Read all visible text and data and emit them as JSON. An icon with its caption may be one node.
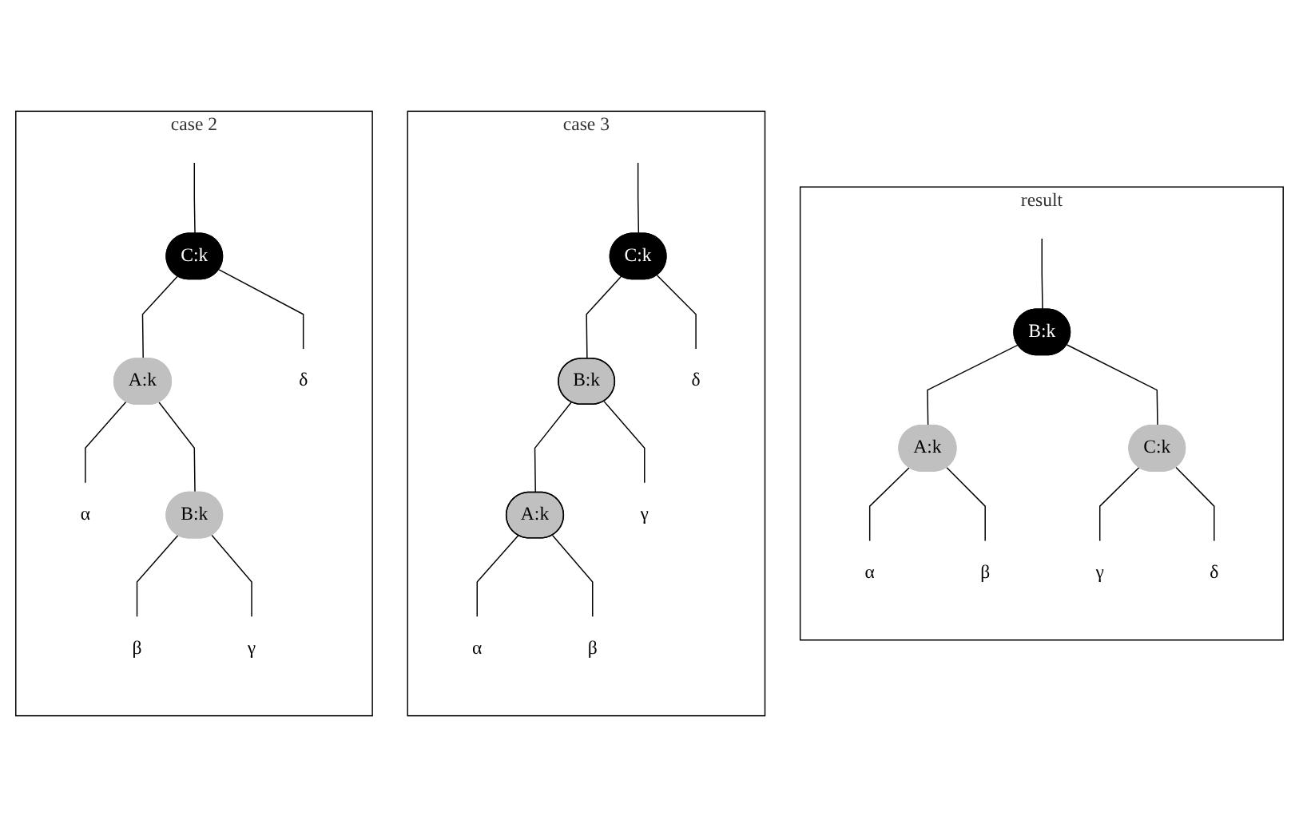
{
  "diagram": {
    "nodes": [
      {
        "text": [
          "case 2"
        ]
      },
      {
        "text": [
          "C:k"
        ],
        "in": 0
      },
      {
        "text": [
          "A:k"
        ],
        "in": 0
      },
      {
        "text": [
          "δ"
        ],
        "in": 0
      },
      {
        "text": [
          "α"
        ],
        "in": 0
      },
      {
        "text": [
          "B:k"
        ],
        "in": 0
      },
      {
        "text": [
          "β"
        ],
        "in": 0
      },
      {
        "text": [
          "γ"
        ],
        "in": 0
      },
      {
        "text": [
          "case 3"
        ]
      },
      {
        "text": [
          "C:k"
        ],
        "in": 8
      },
      {
        "text": [
          "B:k"
        ],
        "in": 8
      },
      {
        "text": [
          "δ"
        ],
        "in": 8
      },
      {
        "text": [
          "A:k"
        ],
        "in": 8
      },
      {
        "text": [
          "γ"
        ],
        "in": 8
      },
      {
        "text": [
          "α"
        ],
        "in": 8
      },
      {
        "text": [
          "β"
        ],
        "in": 8
      },
      {
        "text": [
          "result"
        ]
      },
      {
        "text": [
          "B:k"
        ],
        "in": 16
      },
      {
        "text": [
          "A:k"
        ],
        "in": 16
      },
      {
        "text": [
          "C:k"
        ],
        "in": 16
      },
      {
        "text": [
          "α"
        ],
        "in": 16
      },
      {
        "text": [
          "β"
        ],
        "in": 16
      },
      {
        "text": [
          "γ"
        ],
        "in": 16
      },
      {
        "text": [
          "δ"
        ],
        "in": 16
      }
    ],
    "edges": [
      {
        "from": null,
        "to": 1,
        "arrow": "none"
      },
      {
        "from": 1,
        "to": 2,
        "arrow": "none"
      },
      {
        "from": 1,
        "to": 3,
        "arrow": "none"
      },
      {
        "from": 2,
        "to": 4,
        "arrow": "none"
      },
      {
        "from": 2,
        "to": 5,
        "arrow": "none"
      },
      {
        "from": 5,
        "to": 6,
        "arrow": "none"
      },
      {
        "from": 5,
        "to": 7,
        "arrow": "none"
      },
      {
        "from": null,
        "to": 9,
        "arrow": "none"
      },
      {
        "from": 9,
        "to": 10,
        "arrow": "none"
      },
      {
        "from": 9,
        "to": 11,
        "arrow": "none"
      },
      {
        "from": 10,
        "to": 12,
        "arrow": "none"
      },
      {
        "from": 10,
        "to": 13,
        "arrow": "none"
      },
      {
        "from": 12,
        "to": 14,
        "arrow": "none"
      },
      {
        "from": 12,
        "to": 15,
        "arrow": "none"
      },
      {
        "from": null,
        "to": 17,
        "arrow": "none"
      },
      {
        "from": 17,
        "to": 18,
        "arrow": "none"
      },
      {
        "from": 17,
        "to": 19,
        "arrow": "none"
      },
      {
        "from": 18,
        "to": 20,
        "arrow": "none"
      },
      {
        "from": 18,
        "to": 21,
        "arrow": "none"
      },
      {
        "from": 19,
        "to": 22,
        "arrow": "none"
      },
      {
        "from": 19,
        "to": 23,
        "arrow": "none"
      }
    ]
  }
}
